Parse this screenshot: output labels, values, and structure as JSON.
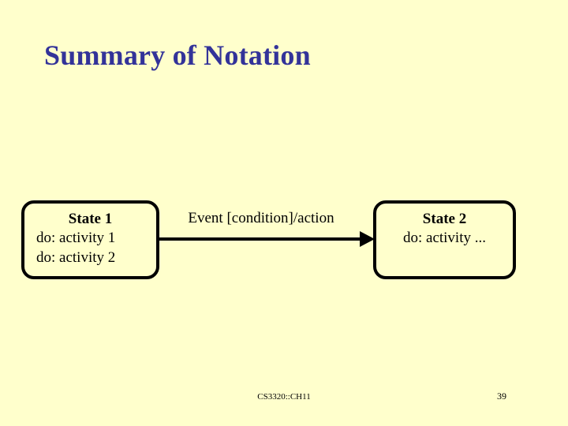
{
  "slide": {
    "title": "Summary of Notation",
    "background_color": "#ffffcc",
    "title_color": "#333399"
  },
  "diagram": {
    "type": "state-transition-diagram",
    "states": [
      {
        "name": "State 1",
        "activities": [
          "do: activity 1",
          "do: activity 2"
        ]
      },
      {
        "name": "State 2",
        "activities": [
          "do: activity ..."
        ]
      }
    ],
    "transition": {
      "label": "Event [condition]/action",
      "from": "State 1",
      "to": "State 2",
      "arrow_color": "#000000"
    }
  },
  "footer": {
    "course": "CS3320::CH11",
    "page_number": "39"
  }
}
